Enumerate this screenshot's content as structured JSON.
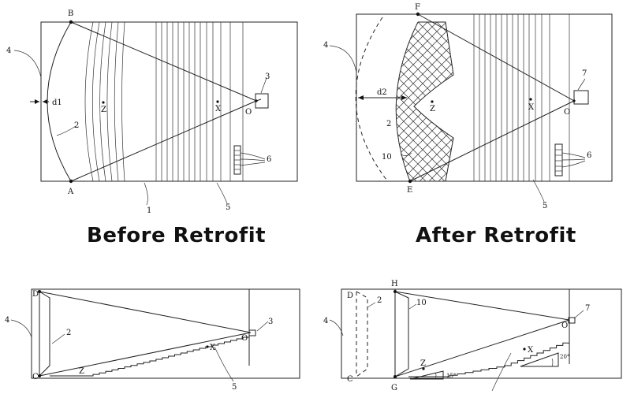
{
  "captions": {
    "before": "Before Retrofit",
    "after": "After Retrofit"
  },
  "before_plan": {
    "point_top": "B",
    "point_bottom": "A",
    "point_center": "Z",
    "point_x": "X",
    "point_o": "O",
    "dim": "d1",
    "ref_wall": "4",
    "ref_screen": "2",
    "ref_projector": "3",
    "ref_room": "1",
    "ref_rows": "5",
    "ref_speakers": "6"
  },
  "after_plan": {
    "point_top": "F",
    "point_bottom": "E",
    "point_center": "Z",
    "point_x": "X",
    "point_o": "O",
    "dim": "d2",
    "ref_wall": "4",
    "ref_old_screen": "2",
    "ref_new_screen": "10",
    "ref_projector": "7",
    "ref_rows": "5",
    "ref_speakers": "6"
  },
  "before_section": {
    "point_top": "D",
    "point_bottom": "C",
    "point_z": "Z",
    "point_x": "X",
    "point_o": "O",
    "ref_wall": "4",
    "ref_screen": "2",
    "ref_projector": "3",
    "ref_rows": "5"
  },
  "after_section": {
    "point_h": "H",
    "point_d": "D",
    "point_c": "C",
    "point_g": "G",
    "point_z": "Z",
    "point_x": "X",
    "point_o": "O",
    "ref_wall": "4",
    "ref_old_screen": "2",
    "ref_new_screen": "10",
    "ref_projector": "7",
    "angle_low": "15°",
    "angle_high": "20°"
  }
}
